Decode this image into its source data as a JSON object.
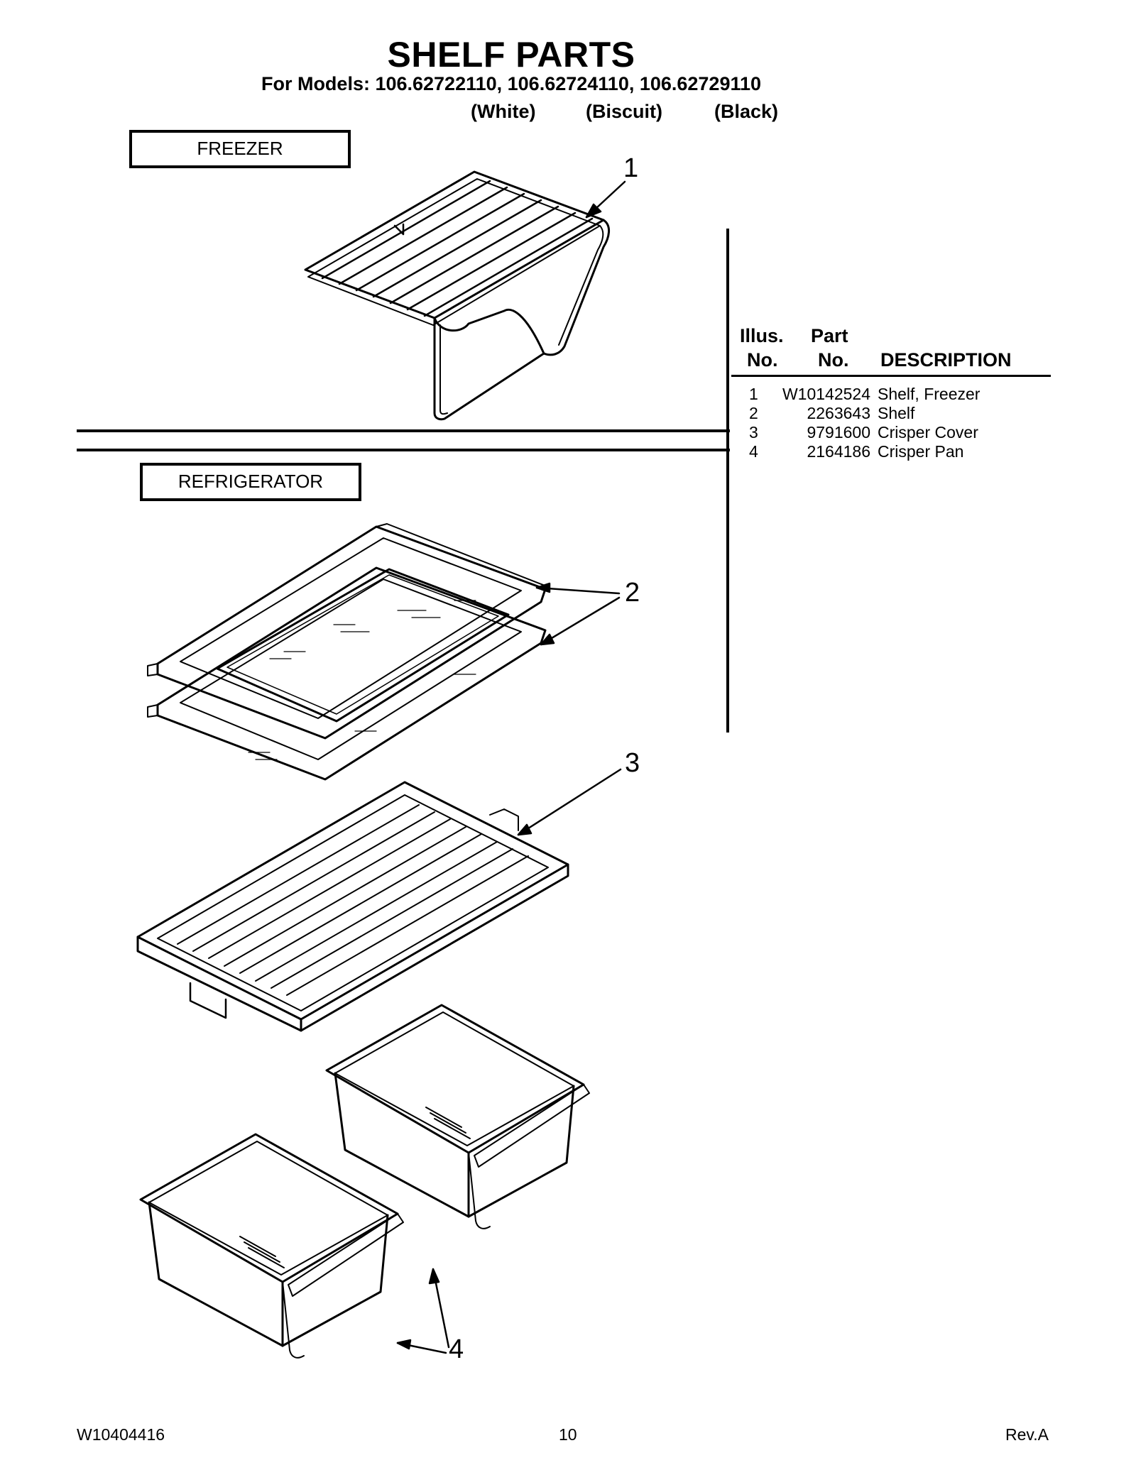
{
  "header": {
    "title": "SHELF PARTS",
    "models_line": "For Models: 106.62722110, 106.62724110, 106.62729110",
    "colors": [
      "(White)",
      "(Biscuit)",
      "(Black)"
    ]
  },
  "sections": {
    "freezer": "FREEZER",
    "refrigerator": "REFRIGERATOR"
  },
  "callouts": [
    "1",
    "2",
    "3",
    "4"
  ],
  "parts_table": {
    "headers": {
      "illus_top": "Illus.",
      "illus_bottom": "No.",
      "part_top": "Part",
      "part_bottom": "No.",
      "description": "DESCRIPTION"
    },
    "rows": [
      {
        "illus": "1",
        "part": "W10142524",
        "description": "Shelf, Freezer"
      },
      {
        "illus": "2",
        "part": "2263643",
        "description": "Shelf"
      },
      {
        "illus": "3",
        "part": "9791600",
        "description": "Crisper Cover"
      },
      {
        "illus": "4",
        "part": "2164186",
        "description": "Crisper Pan"
      }
    ]
  },
  "footer": {
    "doc_number": "W10404416",
    "page": "10",
    "revision": "Rev.A"
  }
}
